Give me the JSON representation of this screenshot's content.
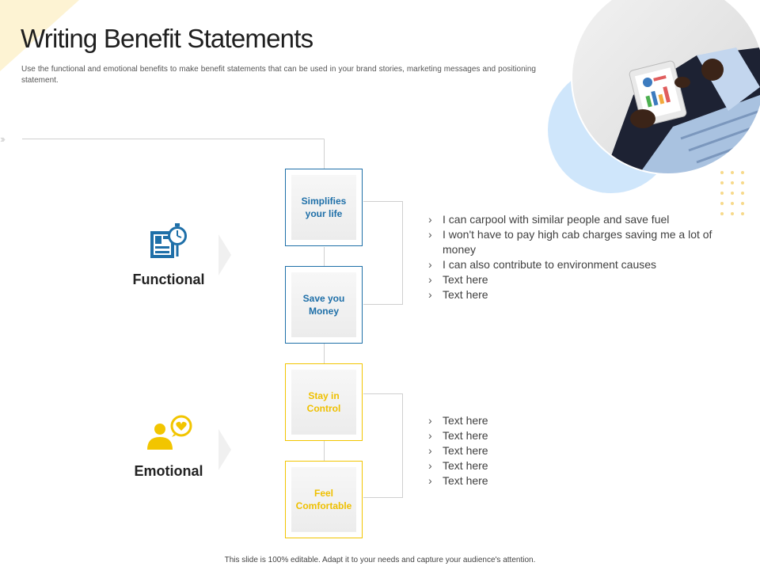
{
  "title": "Writing Benefit Statements",
  "subtitle": "Use the functional and emotional benefits to make benefit statements that can be used in your brand stories, marketing messages and positioning statement.",
  "decor": {
    "arrows": "›››"
  },
  "colors": {
    "blue": "#1e6fa8",
    "yellow": "#f2c500",
    "light_blue": "#cfe6fb"
  },
  "categories": [
    {
      "label": "Functional",
      "icon": "blueprint-clock-icon"
    },
    {
      "label": "Emotional",
      "icon": "person-heart-icon"
    }
  ],
  "boxes": [
    {
      "label": "Simplifies your life"
    },
    {
      "label": "Save you Money"
    },
    {
      "label": "Stay in Control"
    },
    {
      "label": "Feel Comfortable"
    }
  ],
  "functional_bullets": [
    "I can carpool with similar  people and save fuel",
    "I won't have to pay high cab charges saving me a lot of money",
    "I can also contribute to environment causes",
    "Text here",
    "Text here"
  ],
  "emotional_bullets": [
    "Text here",
    "Text here",
    "Text here",
    "Text here",
    "Text here"
  ],
  "bullet_marker": "›",
  "photo": {
    "icon": "person-with-tablet-photo"
  },
  "footer": "This slide is 100% editable. Adapt it to your needs and capture your audience's attention."
}
